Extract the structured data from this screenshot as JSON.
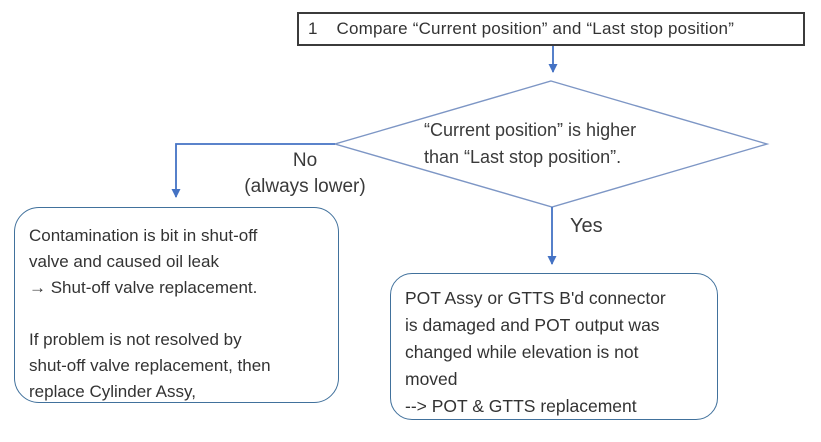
{
  "colors": {
    "arrow": "#4472C4",
    "diamond_border": "#7D96C5",
    "box_border": "#41719C",
    "process_border": "#3B3B3B",
    "text": "#333333"
  },
  "flowchart": {
    "step1": {
      "number": "1",
      "label": "Compare “Current position” and “Last stop position”"
    },
    "decision": {
      "text": "“Current position” is higher\nthan “Last stop position”."
    },
    "branches": {
      "no_label": "No\n(always lower)",
      "yes_label": "Yes"
    },
    "no_result": {
      "text": "Contamination is bit in shut-off\nvalve and caused oil leak\n→ Shut-off valve replacement.\n\nIf problem is not resolved by\nshut-off valve replacement, then\nreplace Cylinder Assy,"
    },
    "yes_result": {
      "text": "POT Assy or GTTS B'd connector\nis damaged and POT output was\nchanged while elevation is not\nmoved\n--> POT & GTTS replacement"
    }
  }
}
